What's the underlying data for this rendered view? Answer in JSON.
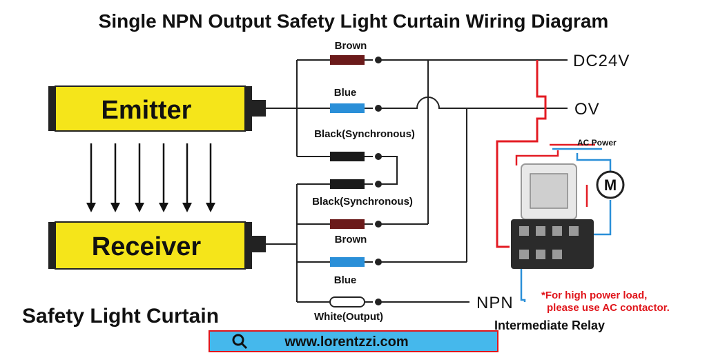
{
  "title": "Single NPN Output Safety Light Curtain Wiring Diagram",
  "emitter": {
    "label": "Emitter"
  },
  "receiver": {
    "label": "Receiver"
  },
  "wires": {
    "emitter_brown": "Brown",
    "emitter_blue": "Blue",
    "emitter_black": "Black(Synchronous)",
    "receiver_black": "Black(Synchronous)",
    "receiver_brown": "Brown",
    "receiver_blue": "Blue",
    "receiver_white": "White(Output)"
  },
  "rails": {
    "dc24v": "DC24V",
    "zero_v": "OV",
    "npn": "NPN"
  },
  "relay": {
    "ac_power": "AC Power",
    "motor": "M",
    "label": "Intermediate Relay",
    "note_1": "*For high power load,",
    "note_2": "please use AC contactor."
  },
  "subtitle": "Safety Light Curtain",
  "banner": {
    "url": "www.lorentzzi.com"
  },
  "colors": {
    "curtain_yellow": "#f5e51a",
    "wire_brown": "#6b1a1a",
    "wire_blue": "#2a8fd8",
    "wire_red": "#e31b23",
    "banner_blue": "#45b8ec"
  }
}
